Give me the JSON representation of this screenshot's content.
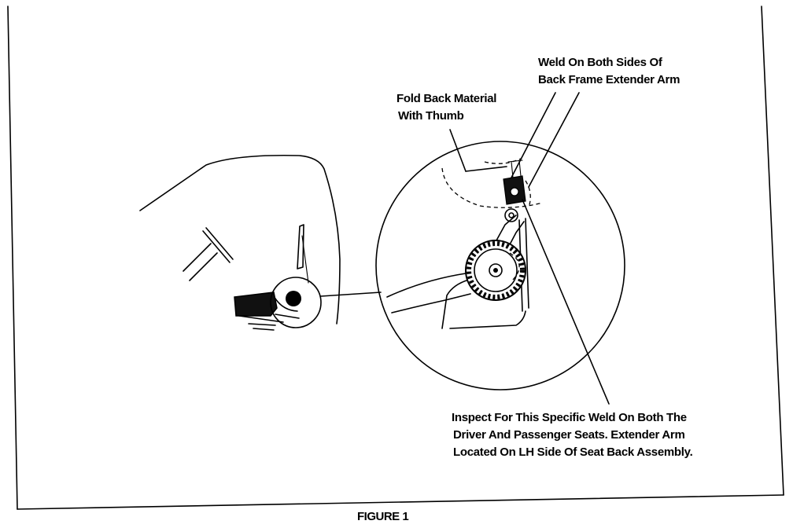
{
  "diagram": {
    "callouts": {
      "weld_both_sides": [
        "Weld On Both Sides Of",
        "Back Frame Extender Arm"
      ],
      "fold_back": [
        "Fold Back Material",
        "With Thumb"
      ],
      "inspect": [
        "Inspect For This Specific Weld On Both The",
        "Driver And Passenger Seats. Extender Arm",
        "Located On LH Side Of Seat Back Assembly."
      ]
    },
    "caption": "FIGURE 1"
  }
}
